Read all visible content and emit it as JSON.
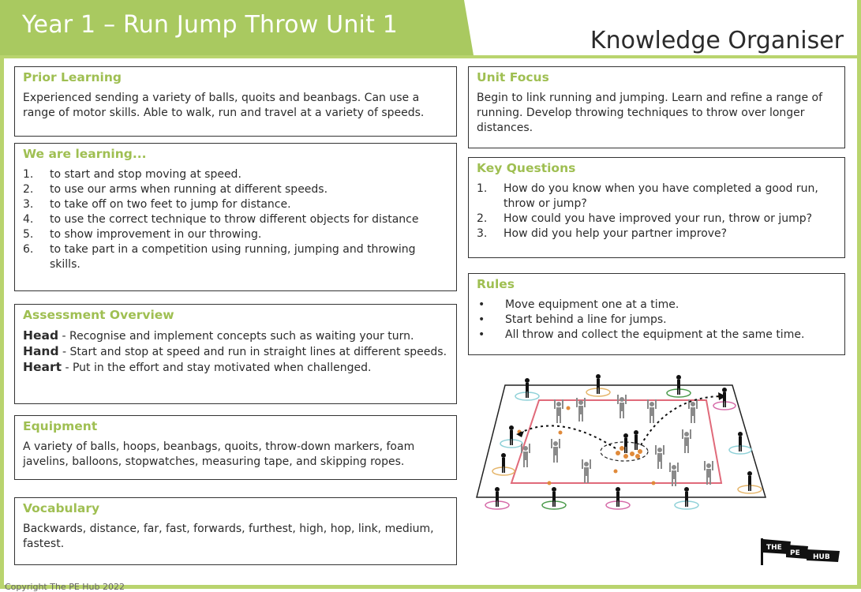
{
  "header": {
    "title": "Year 1 – Run Jump Throw Unit 1",
    "subtitle": "Knowledge Organiser"
  },
  "prior_learning": {
    "heading": "Prior Learning",
    "text": "Experienced sending a variety of balls, quoits and beanbags. Can use a range of motor skills. Able to walk, run and travel at a variety of speeds."
  },
  "we_are_learning": {
    "heading": "We are learning...",
    "items": [
      {
        "num": "1.",
        "text": "to start and stop moving at speed."
      },
      {
        "num": "2.",
        "text": "to use our arms when running at different speeds."
      },
      {
        "num": "3.",
        "text": "to take off on two feet to jump for distance."
      },
      {
        "num": "4.",
        "text": "to use the correct technique to throw different objects for distance"
      },
      {
        "num": "5.",
        "text": "to show improvement in our throwing."
      },
      {
        "num": "6.",
        "text": "to take part in a competition using running, jumping and throwing skills."
      }
    ]
  },
  "assessment": {
    "heading": "Assessment Overview",
    "lines": [
      {
        "label": "Head",
        "text": " - Recognise and implement concepts such as waiting your turn."
      },
      {
        "label": "Hand",
        "text": " - Start and stop at speed and run in straight lines at different speeds."
      },
      {
        "label": "Heart",
        "text": " - Put in the effort and stay motivated when challenged."
      }
    ]
  },
  "equipment": {
    "heading": "Equipment",
    "text": "A variety of balls, hoops, beanbags, quoits, throw-down markers, foam javelins, balloons, stopwatches, measuring tape, and skipping ropes."
  },
  "vocabulary": {
    "heading": "Vocabulary",
    "text": "Backwards, distance, far, fast, forwards, furthest, high, hop, link, medium, fastest."
  },
  "unit_focus": {
    "heading": "Unit Focus",
    "text": "Begin to link running and jumping. Learn and refine a range of running. Develop throwing techniques to throw over longer distances."
  },
  "key_questions": {
    "heading": "Key Questions",
    "items": [
      {
        "num": "1.",
        "text": "How do you know when you have completed a good run, throw or jump?"
      },
      {
        "num": "2.",
        "text": "How could you have improved your run, throw or jump?"
      },
      {
        "num": "3.",
        "text": "How did you help your partner improve?"
      }
    ]
  },
  "rules": {
    "heading": "Rules",
    "bullet": "•",
    "items": [
      "Move equipment one at a time.",
      "Start behind a line for jumps.",
      "All throw and collect the equipment at the same time."
    ]
  },
  "logo": {
    "the": "THE",
    "pe": "PE",
    "hub": "HUB"
  },
  "footer": {
    "copyright": "Copyright The PE Hub 2022"
  },
  "colors": {
    "accent": "#a9c960",
    "heading": "#9fbf52",
    "border": "#333333"
  }
}
